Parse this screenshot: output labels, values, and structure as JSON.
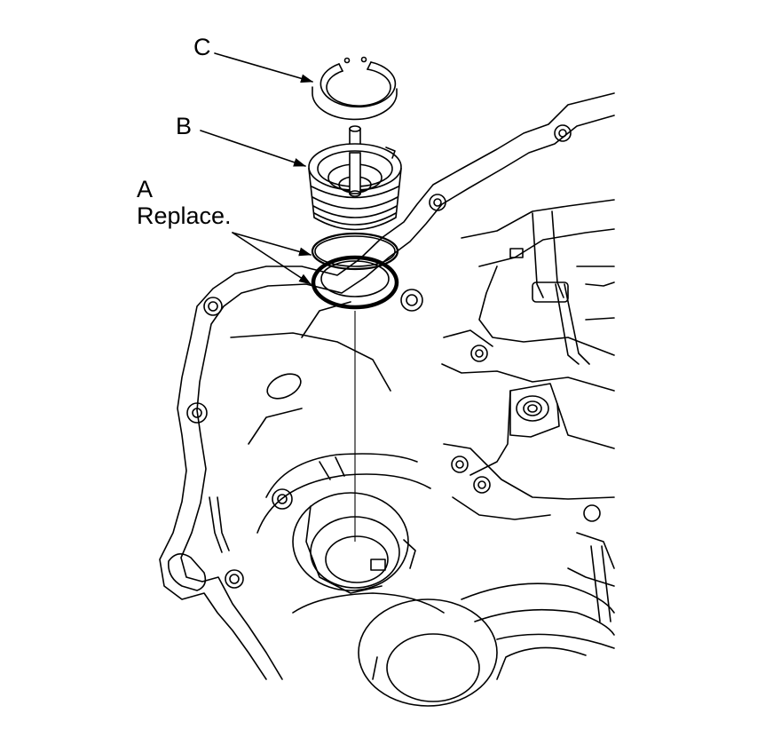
{
  "callouts": {
    "c": {
      "letter": "C"
    },
    "b": {
      "letter": "B"
    },
    "a": {
      "letter": "A",
      "note": "Replace."
    }
  },
  "icons": [
    "arrow-icon"
  ],
  "colors": {
    "line": "#000000",
    "background": "#ffffff"
  }
}
